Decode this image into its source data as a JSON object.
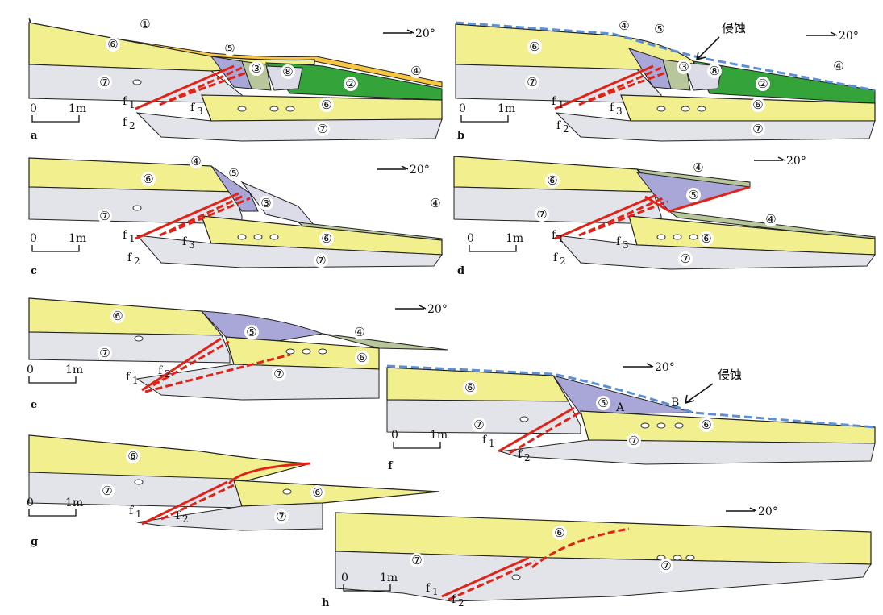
{
  "colors": {
    "yellow": "#f2f08e",
    "gray": "#e2e4ea",
    "green": "#33a33a",
    "purple": "#a9a6d8",
    "olive": "#b8c79b",
    "orange": "#f7c740",
    "fault": "#e02318",
    "erosion": "#5b8fd6"
  },
  "common": {
    "orientation": "20°",
    "scale_zero": "0",
    "scale_len": "1m",
    "erosion": "侵蚀"
  },
  "units": {
    "u1": "①",
    "u2": "②",
    "u3": "③",
    "u4": "④",
    "u5": "⑤",
    "u6": "⑥",
    "u7": "⑦",
    "u8": "⑧"
  },
  "faults": {
    "f1": "f",
    "f2": "f",
    "f3": "f",
    "s1": "1",
    "s2": "2",
    "s3": "3"
  },
  "points": {
    "A": "A",
    "B": "B"
  },
  "panels": [
    {
      "id": "a",
      "label": "a"
    },
    {
      "id": "b",
      "label": "b"
    },
    {
      "id": "c",
      "label": "c"
    },
    {
      "id": "d",
      "label": "d"
    },
    {
      "id": "e",
      "label": "e"
    },
    {
      "id": "f",
      "label": "f"
    },
    {
      "id": "g",
      "label": "g"
    },
    {
      "id": "h",
      "label": "h"
    }
  ]
}
